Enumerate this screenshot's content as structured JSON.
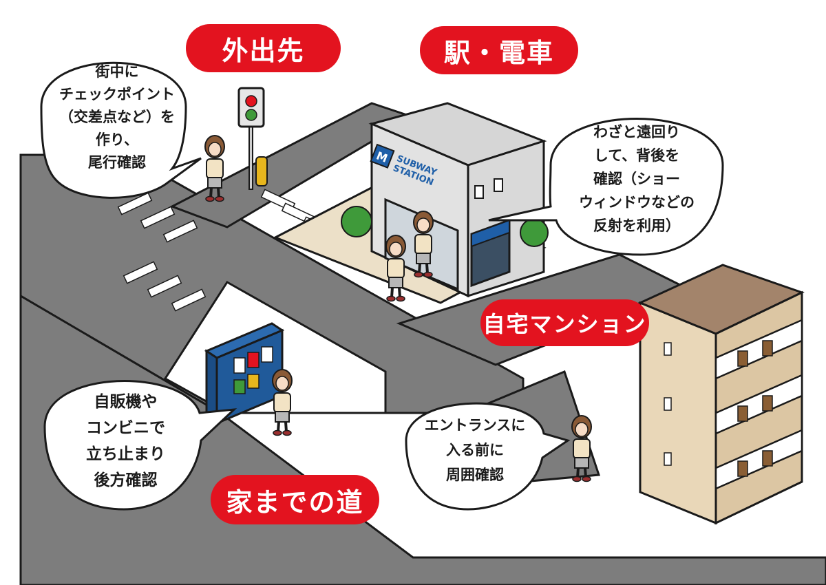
{
  "colors": {
    "road": "#7d7d7d",
    "ink": "#1a1a1a",
    "label_bg": "#e3131f",
    "sidewalk": "#ece0c8",
    "station_wall": "#e2e2e2",
    "station_front": "#cfd6dc",
    "sign_blue": "#1f5fa8",
    "vending": "#205a9a",
    "building_wall": "#e9d7b8",
    "building_roof": "#a3846b",
    "door_brown": "#8a5e34",
    "plant": "#3f9a3a",
    "pole_yellow": "#e7b61d"
  },
  "labels": {
    "outing": "外出先",
    "station": "駅・電車",
    "home": "自宅マンション",
    "way_home": "家までの道"
  },
  "signs": {
    "station_line1": "SUBWAY",
    "station_line2": "STATION",
    "station_mark": "M"
  },
  "bubbles": {
    "checkpoint": "街中に\nチェックポイント\n（交差点など）を\n作り、\n尾行確認",
    "detour": "わざと遠回り\nして、背後を\n確認（ショー\nウィンドウなどの\n反射を利用）",
    "vending": "自販機や\nコンビニで\n立ち止まり\n後方確認",
    "entrance": "エントランスに\n入る前に\n周囲確認"
  },
  "icons": {
    "traffic_light": "traffic-light-icon",
    "woman": "woman-figure-icon"
  }
}
